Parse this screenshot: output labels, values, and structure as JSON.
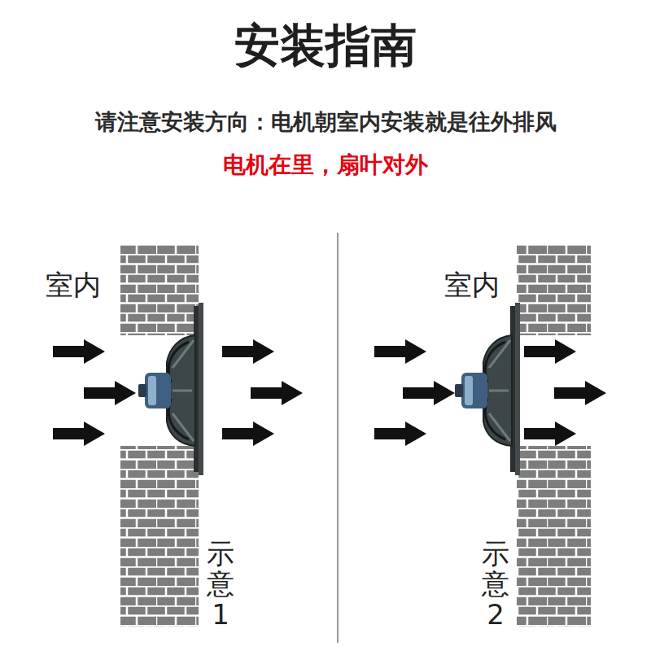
{
  "diagram": {
    "title": "安装指南",
    "labels": [
      "请注意安装方向：电机朝室内安装就是往外排风",
      "电机在里，扇叶对外",
      "室内",
      "示意1",
      "室内",
      "示意2"
    ]
  }
}
